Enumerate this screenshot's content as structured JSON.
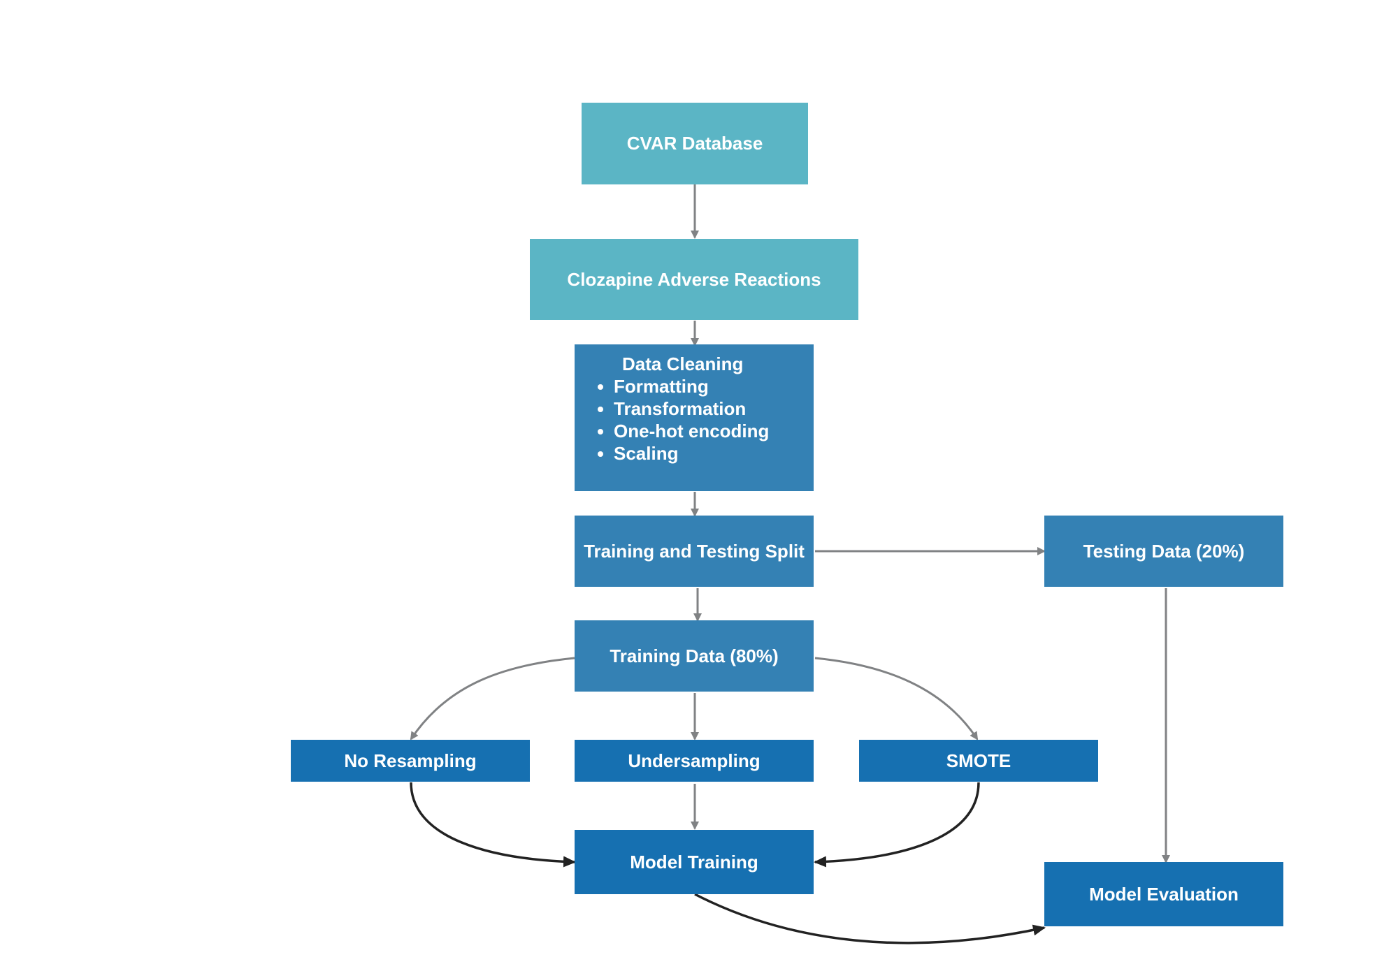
{
  "diagram": {
    "nodes": {
      "cvar": {
        "label": "CVAR Database",
        "color": "#5bb5c5"
      },
      "clozapine": {
        "label": "Clozapine Adverse Reactions",
        "color": "#5bb5c5"
      },
      "cleaning": {
        "label": "Data Cleaning",
        "items": [
          "Formatting",
          "Transformation",
          "One-hot encoding",
          "Scaling"
        ],
        "color": "#3481b4"
      },
      "split": {
        "label": "Training and Testing Split",
        "color": "#3481b4"
      },
      "testing": {
        "label": "Testing Data (20%)",
        "color": "#3481b4"
      },
      "training": {
        "label": "Training Data (80%)",
        "color": "#3481b4"
      },
      "noresample": {
        "label": "No Resampling",
        "color": "#1670b1"
      },
      "undersample": {
        "label": "Undersampling",
        "color": "#1670b1"
      },
      "smote": {
        "label": "SMOTE",
        "color": "#1670b1"
      },
      "modeltraining": {
        "label": "Model Training",
        "color": "#1670b1"
      },
      "evaluation": {
        "label": "Model Evaluation",
        "color": "#1670b1"
      }
    },
    "edges": [
      {
        "from": "cvar",
        "to": "clozapine",
        "style": "gray"
      },
      {
        "from": "clozapine",
        "to": "cleaning",
        "style": "gray"
      },
      {
        "from": "cleaning",
        "to": "split",
        "style": "gray"
      },
      {
        "from": "split",
        "to": "testing",
        "style": "gray"
      },
      {
        "from": "split",
        "to": "training",
        "style": "gray"
      },
      {
        "from": "training",
        "to": "noresample",
        "style": "gray"
      },
      {
        "from": "training",
        "to": "undersample",
        "style": "gray"
      },
      {
        "from": "training",
        "to": "smote",
        "style": "gray"
      },
      {
        "from": "testing",
        "to": "evaluation",
        "style": "gray"
      },
      {
        "from": "noresample",
        "to": "modeltraining",
        "style": "black"
      },
      {
        "from": "undersample",
        "to": "modeltraining",
        "style": "gray"
      },
      {
        "from": "smote",
        "to": "modeltraining",
        "style": "black"
      },
      {
        "from": "modeltraining",
        "to": "evaluation",
        "style": "black"
      }
    ],
    "edge_colors": {
      "gray": "#808284",
      "black": "#222222"
    }
  }
}
